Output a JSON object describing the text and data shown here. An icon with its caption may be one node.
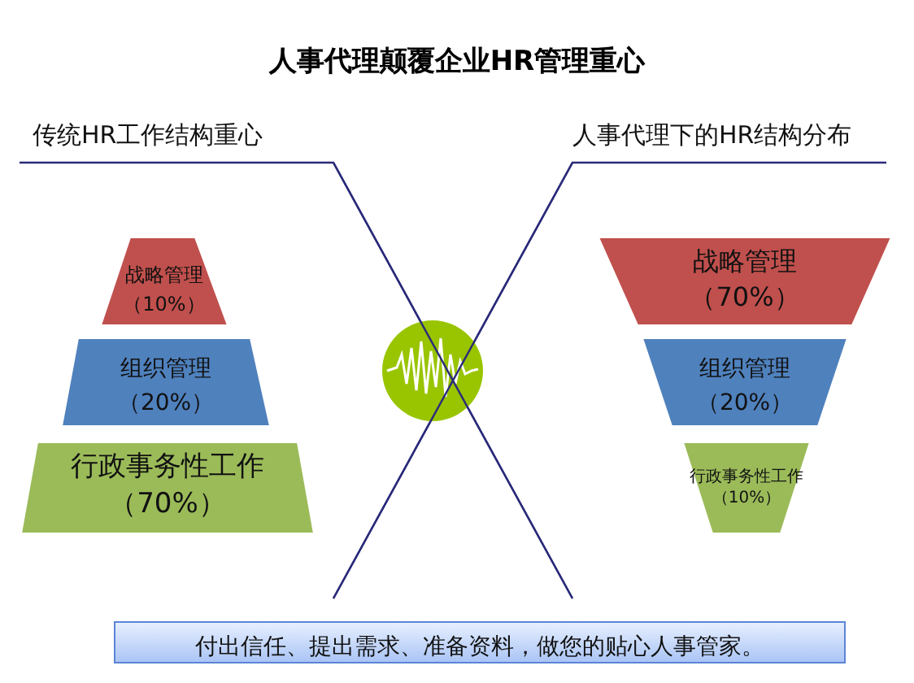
{
  "diagram": {
    "title": "人事代理颠覆企业HR管理重心",
    "nodes": [
      {
        "text": [
          "战略管理",
          "（10%）"
        ]
      },
      {
        "text": [
          "组织管理",
          "（20%）"
        ]
      },
      {
        "text": [
          "行政事务性工作",
          "（70%）"
        ]
      },
      {
        "text": [
          "战略管理",
          "（70%）"
        ]
      },
      {
        "text": [
          "组织管理",
          "（20%）"
        ]
      },
      {
        "text": [
          "行政事务性工作",
          "（10%）"
        ]
      },
      {
        "text": [
          "付出信任、提出需求、准备资料，做您的贴心人事管家。"
        ]
      }
    ],
    "labels": [
      "传统HR工作结构重心",
      "人事代理下的HR结构分布"
    ]
  }
}
